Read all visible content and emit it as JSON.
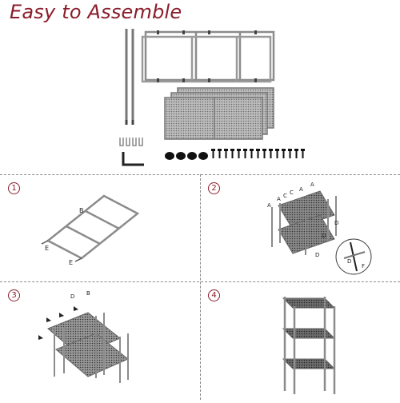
{
  "title": "Easy to Assemble",
  "steps": [
    {
      "number": "1",
      "labels": {
        "b": "B",
        "e1": "E",
        "e2": "E"
      }
    },
    {
      "number": "2",
      "labels": {
        "a": "A",
        "c1": "C",
        "c2": "C",
        "a2": "A",
        "a3": "A",
        "d1": "D",
        "d2": "D",
        "d3": "D",
        "d4": "D",
        "f": "F"
      }
    },
    {
      "number": "3",
      "labels": {
        "d": "D",
        "b": "B"
      }
    },
    {
      "number": "4"
    }
  ],
  "icons": [
    "tube-icon",
    "frame-icon",
    "mesh-panel-icon",
    "allen-key-icon",
    "foot-cap-icon",
    "screw-icon",
    "connector-icon"
  ],
  "colors": {
    "accent": "#8a1c2a",
    "metal": "#8c8c8c",
    "dark_mesh": "#4a4a4a"
  }
}
